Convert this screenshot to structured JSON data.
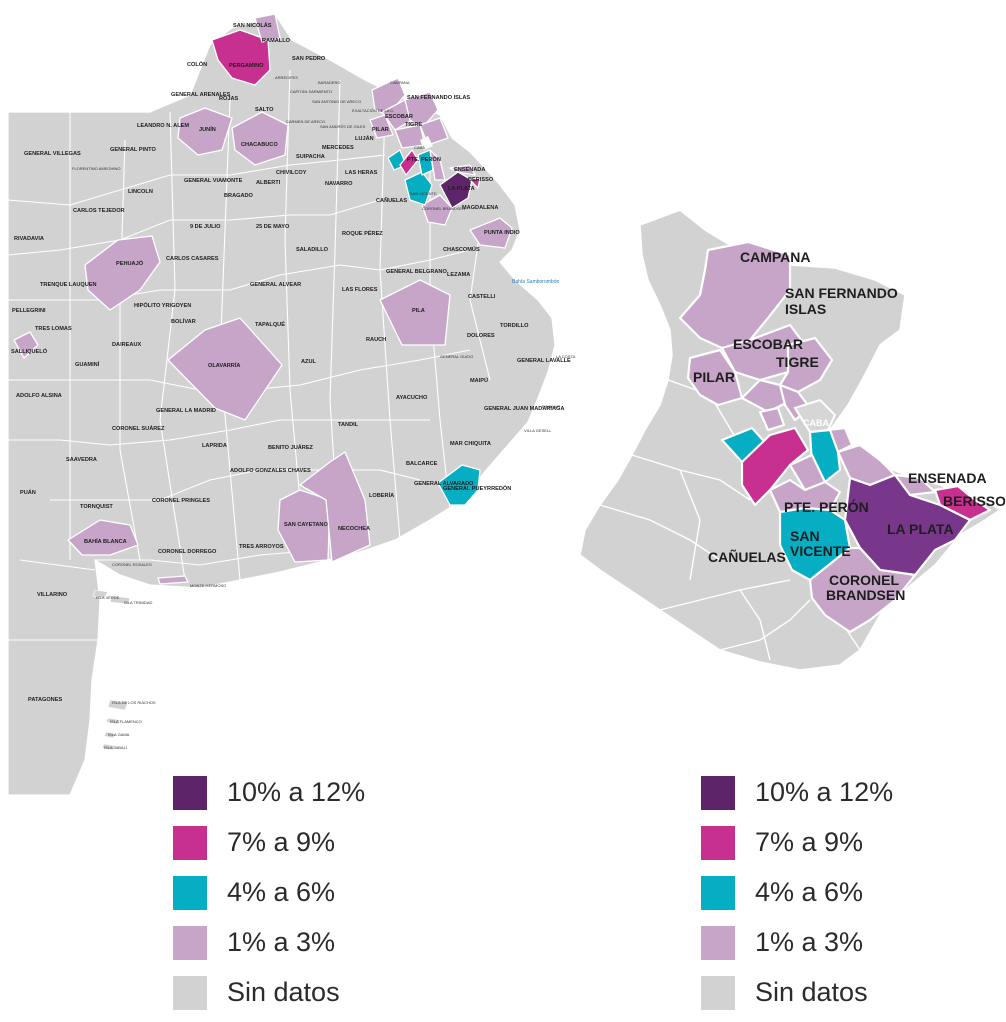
{
  "colors": {
    "c10_12": "#5e2469",
    "c7_9": "#c7308f",
    "c4_6": "#05aec2",
    "c1_3": "#c6a5c9",
    "sin": "#d2d2d2",
    "sea": "#ffffff"
  },
  "legend": [
    {
      "key": "c10_12",
      "label": "10% a 12%"
    },
    {
      "key": "c7_9",
      "label": "7% a 9%"
    },
    {
      "key": "c4_6",
      "label": "4% a 6%"
    },
    {
      "key": "c1_3",
      "label": "1% a 3%"
    },
    {
      "key": "sin",
      "label": "Sin datos"
    }
  ],
  "province_map": {
    "labels": {
      "san_nicolas": "SAN NICOLÁS",
      "ramallo": "RAMALLO",
      "colon": "COLÓN",
      "pergamino": "PERGAMINO",
      "san_pedro": "SAN PEDRO",
      "arrecifes": "ARRECIFES",
      "baradero": "BARADERO",
      "campana": "CAMPANA",
      "general_arenales": "GENERAL ARENALES",
      "rojas": "ROJAS",
      "capitan_sarmiento": "CAPITÁN SARMIENTO",
      "san_antonio_de_areco": "SAN ANTONIO DE ARECO",
      "exaltacion": "EXALTACIÓN DE LA C.",
      "san_fernando_islas": "SAN FERNANDO ISLAS",
      "salto": "SALTO",
      "escobar": "ESCOBAR",
      "tigre": "TIGRE",
      "leandro_n_alem": "LEANDRO N. ALEM",
      "junin": "JUNÍN",
      "chacabuco": "CHACABUCO",
      "carmen_de_areco": "CARMEN DE ARECO",
      "san_andres_de_giles": "SAN ANDRÉS DE GILES",
      "pilar": "PILAR",
      "lujan": "LUJÁN",
      "caba": "CABA",
      "general_villegas": "GENERAL VILLEGAS",
      "general_pinto": "GENERAL PINTO",
      "florentino_ameghino": "FLORENTINO AMEGHINO",
      "suipacha": "SUIPACHA",
      "mercedes": "MERCEDES",
      "general_viamonte": "GENERAL VIAMONTE",
      "chivilcoy": "CHIVILCOY",
      "las_heras": "LAS HERAS",
      "pte_peron": "PTE. PERÓN",
      "ensenada": "ENSENADA",
      "berisso": "BERISSO",
      "lincoln": "LINCOLN",
      "bragado": "BRAGADO",
      "alberti": "ALBERTI",
      "navarro": "NAVARRO",
      "la_plata": "LA PLATA",
      "canuelas": "CAÑUELAS",
      "san_vicente": "SAN VICENTE",
      "coronel_brandsen": "CORONEL BRANDSEN",
      "magdalena": "MAGDALENA",
      "carlos_tejedor": "CARLOS TEJEDOR",
      "nueve_de_julio": "9 DE JULIO",
      "veinticinco_de_mayo": "25 DE MAYO",
      "roque_perez": "ROQUE PÉREZ",
      "punta_indio": "PUNTA INDIO",
      "rivadavia": "RIVADAVIA",
      "saladillo": "SALADILLO",
      "chascomus": "CHASCOMÚS",
      "pehuajo": "PEHUAJÓ",
      "carlos_casares": "CARLOS CASARES",
      "general_belgrano": "GENERAL BELGRANO",
      "lezama": "LEZAMA",
      "trenque_lauquen": "TRENQUE LAUQUEN",
      "general_alvear": "GENERAL ALVEAR",
      "las_flores": "LAS FLORES",
      "castelli": "CASTELLI",
      "bahia_samborombon": "Bahía Samborombón",
      "pellegrini": "PELLEGRINI",
      "hipolito_yrigoyen": "HIPÓLITO YRIGOYEN",
      "tres_lomas": "TRES LOMAS",
      "bolivar": "BOLÍVAR",
      "tapalque": "TAPALQUÉ",
      "pila": "PILA",
      "tordillo": "TORDILLO",
      "salliquelo": "SALLIQUELÓ",
      "daireaux": "DAIREAUX",
      "rauch": "RAUCH",
      "dolores": "DOLORES",
      "la_costa": "LA COSTA",
      "guamini": "GUAMINÍ",
      "olavarria": "OLAVARRÍA",
      "azul": "AZUL",
      "general_guido": "GENERAL GUIDO",
      "general_lavalle": "GENERAL LAVALLE",
      "adolfo_alsina": "ADOLFO ALSINA",
      "maipu": "MAIPÚ",
      "ayacucho": "AYACUCHO",
      "general_la_madrid": "GENERAL LA MADRID",
      "general_juan_madariaga": "GENERAL JUAN MADARIAGA",
      "pinamar": "PINAMAR",
      "coronel_suarez": "CORONEL SUÁREZ",
      "tandil": "TANDIL",
      "villa_gesell": "VILLA GESELL",
      "saavedra": "SAAVEDRA",
      "laprida": "LAPRIDA",
      "benito_juarez": "BENITO JUÁREZ",
      "mar_chiquita": "MAR CHIQUITA",
      "adolfo_gonzales_chaves": "ADOLFO GONZALES CHAVES",
      "balcarce": "BALCARCE",
      "puan": "PUÁN",
      "tornquist": "TORNQUIST",
      "coronel_pringles": "CORONEL PRINGLES",
      "loberia": "LOBERÍA",
      "general_pueyrredon": "GENERAL PUEYRREDÓN",
      "general_alvarado": "GENERAL ALVARADO",
      "san_cayetano": "SAN CAYETANO",
      "necochea": "NECOCHEA",
      "bahia_blanca": "BAHÍA BLANCA",
      "coronel_dorrego": "CORONEL DORREGO",
      "tres_arroyos": "TRES ARROYOS",
      "coronel_rosales": "CORONEL ROSALES",
      "villarino": "VILLARINO",
      "monte_hermoso": "MONTE HERMOSO",
      "patagones": "PATAGONES",
      "isla_verde": "ISLA VERDE",
      "isla_trinidad": "ISLA TRINIDAD",
      "isla_de_los_riachos": "ISLA DE LOS RIACHOS",
      "isla_flamenco": "ISLA FLAMENCO",
      "isla_gama": "ISLA GAMA",
      "isla_jabali": "ISLA JABALÍ"
    }
  },
  "zoom_map": {
    "labels": {
      "campana": "CAMPANA",
      "san_fernando": "SAN FERNANDO",
      "islas": "ISLAS",
      "escobar": "ESCOBAR",
      "tigre": "TIGRE",
      "pilar": "PILAR",
      "caba": "CABA",
      "ensenada": "ENSENADA",
      "berisso": "BERISSO",
      "pte_peron": "PTE. PERÓN",
      "san_vicente_1": "SAN",
      "san_vicente_2": "VICENTE",
      "canuelas": "CAÑUELAS",
      "la_plata": "LA PLATA",
      "coronel": "CORONEL",
      "brandsen": "BRANDSEN"
    }
  }
}
